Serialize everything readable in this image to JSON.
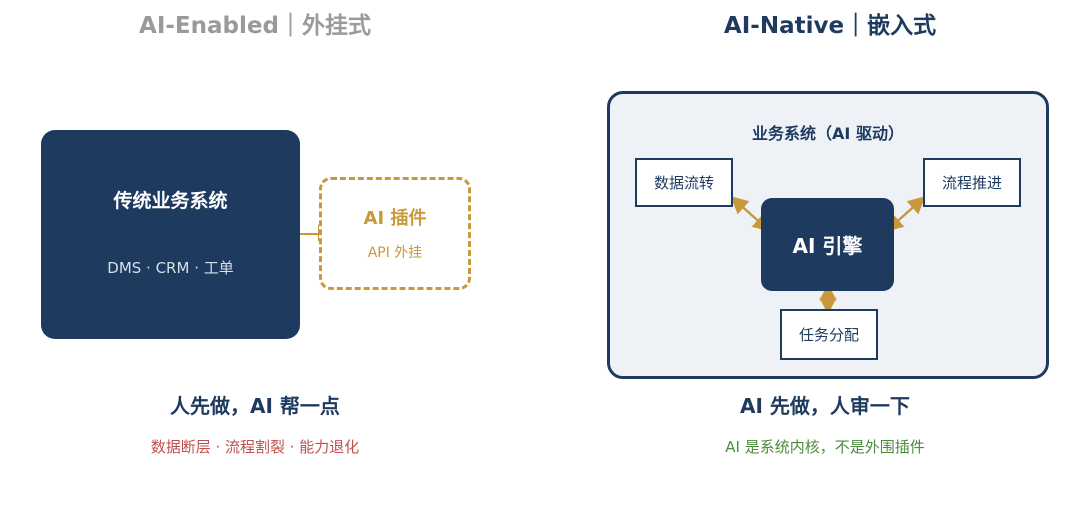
{
  "colors": {
    "navy": "#1e3a5f",
    "gold": "#c9983a",
    "gray_title": "#9a9a9a",
    "red_issue": "#c0504d",
    "green_note": "#4e8a3e",
    "panel_bg": "#eef2f7"
  },
  "left": {
    "title": "AI-Enabled｜外挂式",
    "legacy_box": {
      "title": "传统业务系统",
      "subtitle": "DMS · CRM · 工单"
    },
    "plugin_box": {
      "title": "AI 插件",
      "subtitle": "API 外挂"
    },
    "slogan": "人先做，AI 帮一点",
    "issues": "数据断层 · 流程割裂 · 能力退化"
  },
  "right": {
    "title": "AI-Native｜嵌入式",
    "system_box": {
      "title": "业务系统（AI 驱动）",
      "engine": "AI 引擎",
      "nodes": {
        "data_flow": "数据流转",
        "process": "流程推进",
        "task": "任务分配"
      }
    },
    "slogan": "AI 先做，人审一下",
    "note": "AI 是系统内核，不是外围插件"
  }
}
